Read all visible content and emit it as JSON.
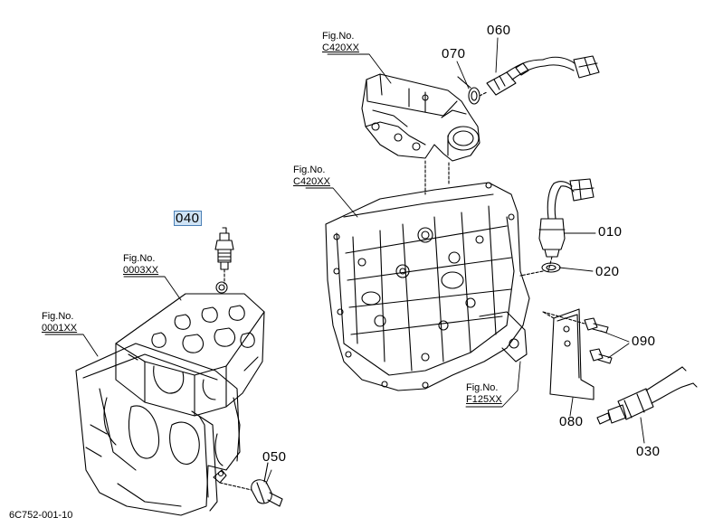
{
  "colors": {
    "line": "#000000",
    "highlight_bg": "#cfe3f5",
    "highlight_border": "#4a7fb5"
  },
  "fig_refs": [
    {
      "id": "fig-c420-top",
      "label": "Fig.No.",
      "code": "C420XX"
    },
    {
      "id": "fig-c420-mid",
      "label": "Fig.No.",
      "code": "C420XX"
    },
    {
      "id": "fig-0003",
      "label": "Fig.No.",
      "code": "0003XX"
    },
    {
      "id": "fig-0001",
      "label": "Fig.No.",
      "code": "0001XX"
    },
    {
      "id": "fig-f125",
      "label": "Fig.No.",
      "code": "F125XX"
    }
  ],
  "parts": [
    {
      "id": "060",
      "text": "060"
    },
    {
      "id": "070",
      "text": "070"
    },
    {
      "id": "010",
      "text": "010"
    },
    {
      "id": "020",
      "text": "020"
    },
    {
      "id": "040",
      "text": "040",
      "selected": true
    },
    {
      "id": "090",
      "text": "090"
    },
    {
      "id": "080",
      "text": "080"
    },
    {
      "id": "030",
      "text": "030"
    },
    {
      "id": "050",
      "text": "050"
    }
  ],
  "drawing_id": "6C752-001-10"
}
